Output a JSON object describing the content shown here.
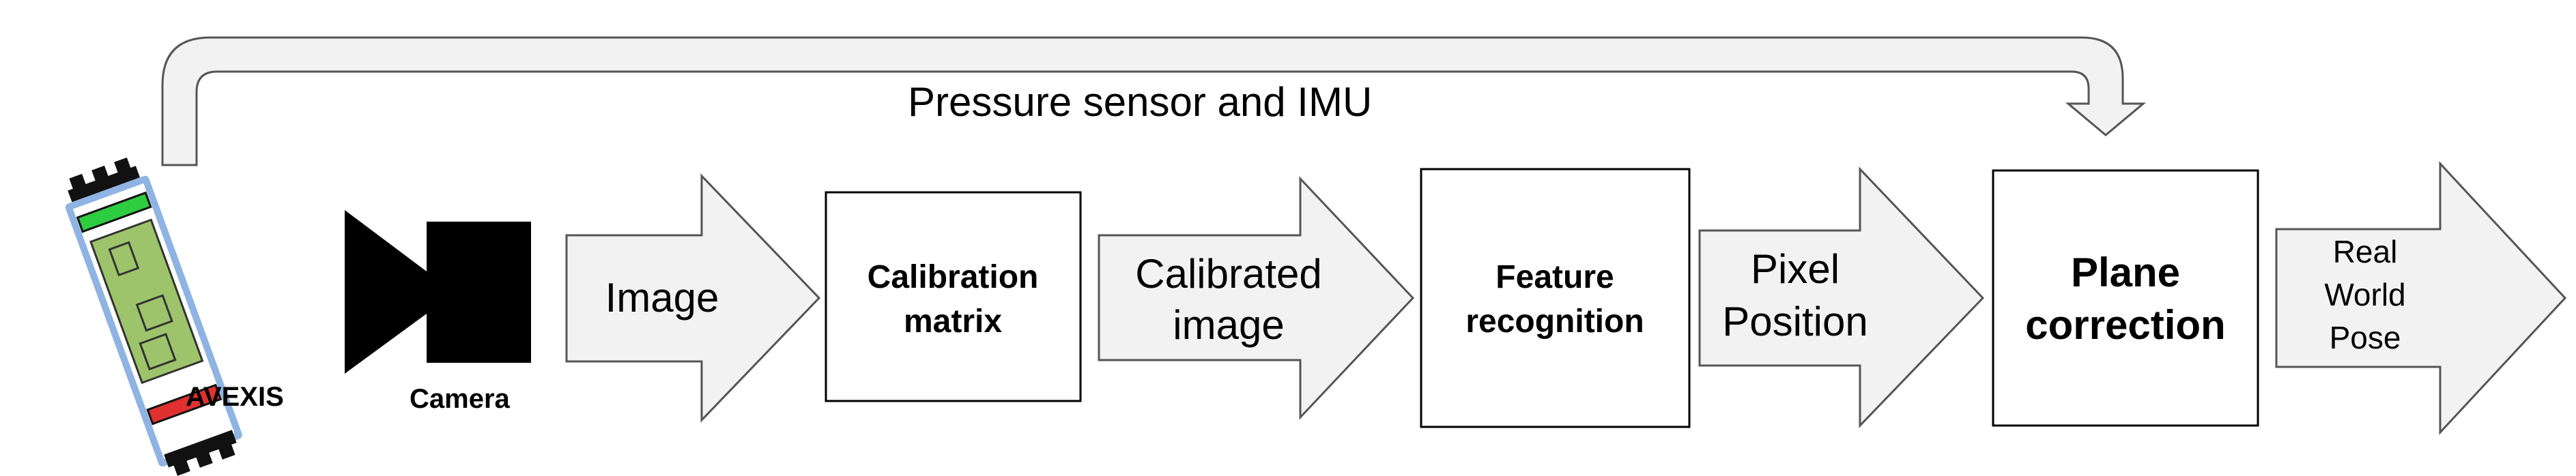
{
  "feedback": {
    "label": "Pressure sensor and IMU"
  },
  "devices": {
    "avexis_label": "AVEXIS",
    "camera_label": "Camera"
  },
  "pipeline": {
    "arrow_image": [
      "Image"
    ],
    "box_calibration": [
      "Calibration",
      "matrix"
    ],
    "arrow_calibrated": [
      "Calibrated",
      "image"
    ],
    "box_feature": [
      "Feature",
      "recognition"
    ],
    "arrow_pixel": [
      "Pixel",
      "Position"
    ],
    "box_plane": [
      "Plane",
      "correction"
    ],
    "arrow_pose": [
      "Real",
      "World",
      "Pose"
    ]
  },
  "colors": {
    "avexis_body": "#9dc46b",
    "avexis_casing": "#8fb4e3",
    "avexis_top_band": "#2ecc40",
    "avexis_bottom_band": "#e03030",
    "arrow_fill": "#f2f2f2",
    "camera": "#000000"
  },
  "icons": {
    "avexis": "robot-submarine-icon",
    "camera": "video-camera-icon"
  }
}
